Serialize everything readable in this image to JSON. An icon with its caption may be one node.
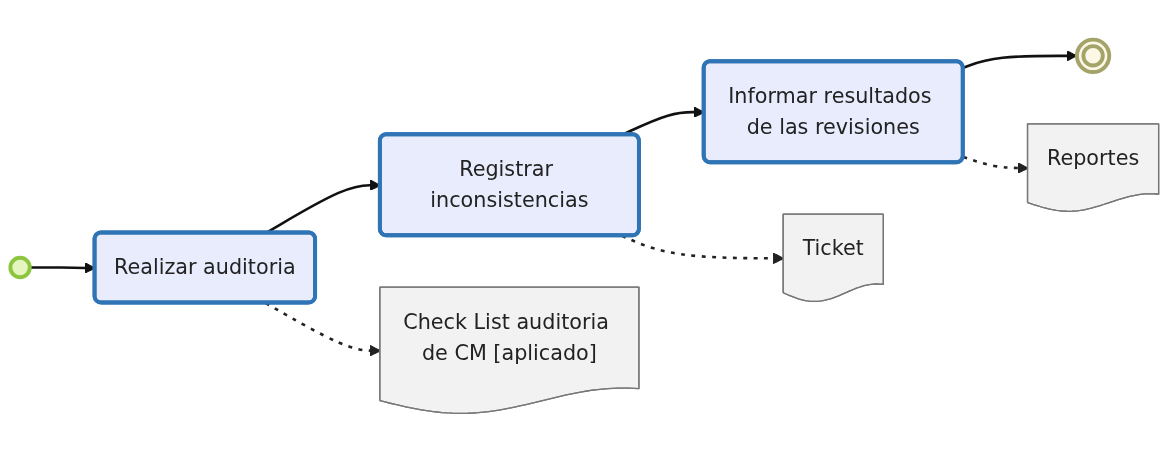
{
  "diagram": {
    "nodes": [
      {
        "text": [],
        "shape": "circle"
      },
      {
        "text": [
          "Realizar auditoria"
        ]
      },
      {
        "text": [
          "Registrar inconsistencias"
        ]
      },
      {
        "text": [
          "Informar resultados de las revisiones"
        ]
      },
      {
        "text": [],
        "shape": "circle"
      },
      {
        "text": [
          "Check List auditoria de CM [aplicado]"
        ]
      },
      {
        "text": [
          "Ticket"
        ]
      },
      {
        "text": [
          "Reportes"
        ]
      }
    ],
    "edges": [
      {
        "from": 0,
        "to": 1,
        "arrow": "to"
      },
      {
        "from": 1,
        "to": 2,
        "arrow": "to"
      },
      {
        "from": 2,
        "to": 3,
        "arrow": "to"
      },
      {
        "from": 3,
        "to": 4,
        "arrow": "to"
      },
      {
        "from": 1,
        "to": 5,
        "arrow": "to",
        "style": "dashed"
      },
      {
        "from": 2,
        "to": 6,
        "arrow": "to",
        "style": "dashed"
      },
      {
        "from": 3,
        "to": 7,
        "arrow": "to",
        "style": "dashed"
      }
    ]
  }
}
